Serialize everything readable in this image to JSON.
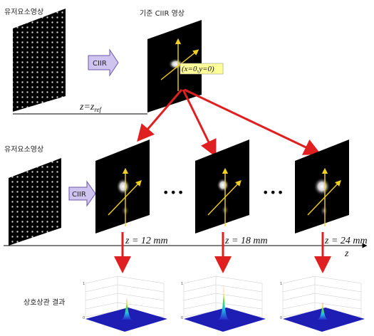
{
  "labels": {
    "element_image_top": "유저요소영상",
    "reference_title": "기준 CIIR 영상",
    "ciir_button_top": "CIIR",
    "coord_badge": "(x=0,y=0)",
    "z_ref_label": "z=z",
    "z_ref_sub": "ref",
    "element_image_mid": "유저요소영상",
    "ciir_button_mid": "CIIR",
    "ellipsis": "•••",
    "z_axis": "z",
    "correlation_title": "상호상관 결과"
  },
  "planes": [
    {
      "z_label": "z = 12 mm"
    },
    {
      "z_label": "z = 18 mm"
    },
    {
      "z_label": "z = 24 mm"
    }
  ],
  "colors": {
    "arrow_red": "#e02020",
    "axis_yellow": "#f0d020",
    "badge_bg": "#ffff99",
    "button_purple": "#cfc3ef",
    "surface_blue": "#1e1eb4",
    "peak_red": "#e02020"
  },
  "correlation_axis_ticks": {
    "top": "1",
    "bottom": "0"
  }
}
